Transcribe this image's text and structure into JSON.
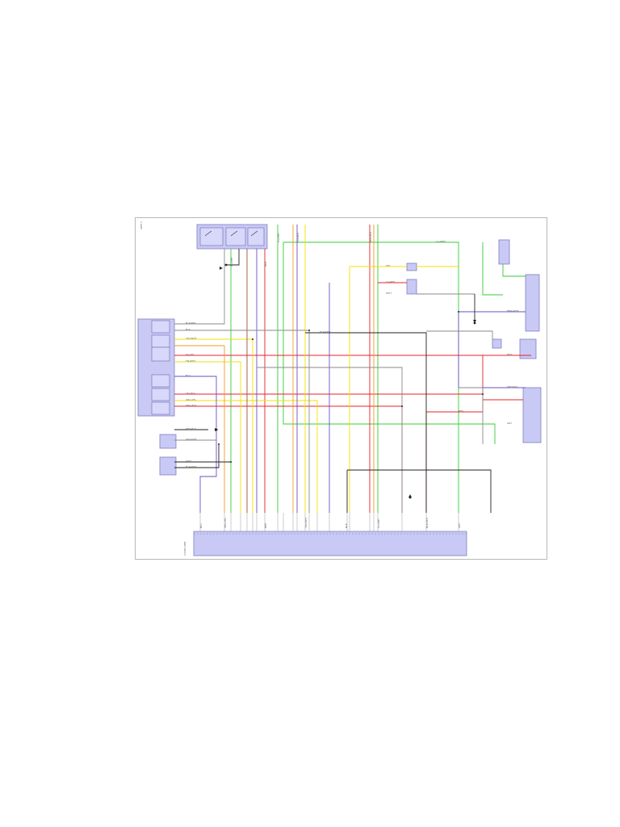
{
  "sheet": {
    "corner_label": "GEM 3",
    "connector_label": "C2280 GEM",
    "wire_labels": {
      "w_blk_pnk": "BLK-PNK",
      "w_blk": "BLK",
      "w_ylw_wht": "YEL-WHT",
      "w_dg_ylw": "DG-YEL",
      "w_tn_wht": "TN-WHT",
      "w_blu": "BLU",
      "w_ylw_blk": "YEL-BLK",
      "w_org_ylw": "ORG-YEL",
      "w_org_blk": "ORG-BLK",
      "w_red_blk": "RED-BLK",
      "w_gry_wht": "GRY-WHT",
      "w_blk_wht": "BLK-WHT",
      "w_lg_wht": "LG-WHT",
      "w_wht": "WHT",
      "w_red": "RED",
      "w_lg_red": "LG-RED",
      "w_brn_wht": "BRN-WHT",
      "w_wht_blk": "WHT-BLK",
      "w_gry": "GRY",
      "w_ylw": "YEL"
    }
  },
  "colors": {
    "block_fill": "#c9c9f5",
    "green": "#33cc33",
    "red": "#e8202a",
    "yellow": "#f0e200",
    "purple": "#6a4fc4",
    "orange": "#f39a1e",
    "black": "#222222",
    "gray": "#8a8a8a"
  }
}
